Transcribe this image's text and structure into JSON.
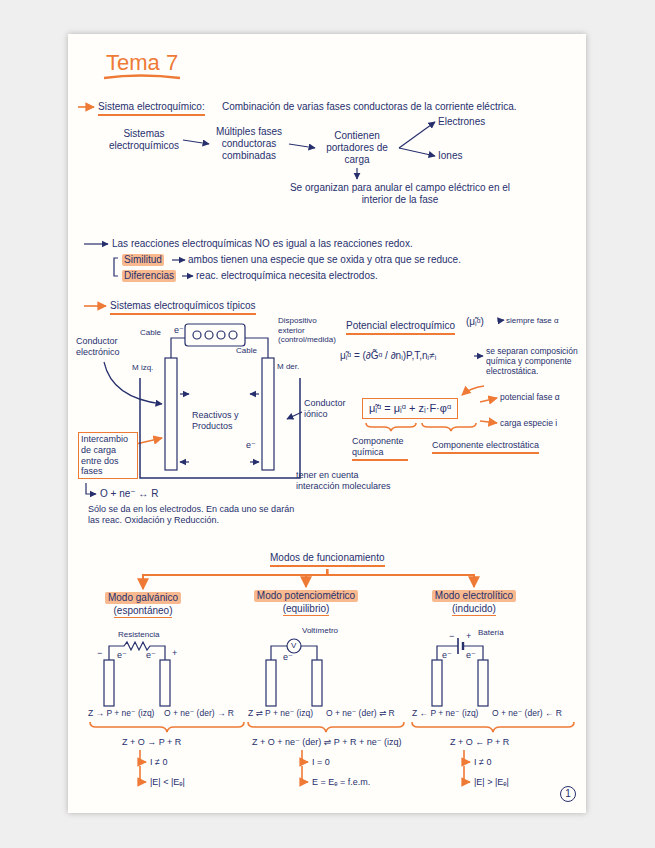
{
  "diagram": {
    "title": "Tema 7",
    "nodes": [
      {
        "text": [
          "Sistemas electroquímicos"
        ]
      },
      {
        "text": [
          "Múltiples fases conductoras combinadas"
        ]
      },
      {
        "text": [
          "Contienen portadores de carga"
        ]
      },
      {
        "text": [
          "Electrones"
        ]
      },
      {
        "text": [
          "Iones"
        ]
      },
      {
        "text": [
          "Se organizan para anular el campo eléctrico en el interior de la fase"
        ]
      },
      {
        "text": [
          "μ̃ᵢᵅ = μᵢᵅ + zᵢ·F·φᵅ"
        ]
      },
      {
        "text": [
          "Modos de funcionamiento"
        ]
      },
      {
        "text": [
          "Modo galvánico",
          "(espontáneo)"
        ]
      },
      {
        "text": [
          "Modo potenciométrico",
          "(equilibrio)"
        ]
      },
      {
        "text": [
          "Modo electrolítico",
          "(inducido)"
        ]
      }
    ],
    "edges": [
      {
        "from": 0,
        "to": 1,
        "arrow": "to"
      },
      {
        "from": 1,
        "to": 2,
        "arrow": "to"
      },
      {
        "from": 2,
        "to": 3,
        "arrow": "to"
      },
      {
        "from": 2,
        "to": 4,
        "arrow": "to"
      },
      {
        "from": 2,
        "to": 5,
        "arrow": "to"
      },
      {
        "from": 7,
        "to": 8,
        "arrow": "to"
      },
      {
        "from": 7,
        "to": 9,
        "arrow": "to"
      },
      {
        "from": 7,
        "to": 10,
        "arrow": "to"
      }
    ],
    "labels": [
      "Sistema electroquímico:",
      "Combinación de varias fases conductoras de la corriente eléctrica.",
      "Las reacciones electroquímicas NO es igual a las reacciones redox.",
      "Similitud",
      "ambos tienen una especie que se oxida y otra que se reduce.",
      "Diferencias",
      "reac. electroquímica necesita electrodos.",
      "Sistemas electroquímicos típicos",
      "Conductor electrónico",
      "Cable",
      "Dispositivo exterior (control/medida)",
      "Cable",
      "M izq.",
      "M der.",
      "Conductor iónico",
      "Reactivos y Productos",
      "e⁻",
      "e⁻",
      "Intercambio de carga entre dos fases",
      "O + ne⁻ ↔ R",
      "Sólo se da en los electrodos. En cada uno se darán las reac. Oxidación y Reducción.",
      "Potencial electroquímico",
      "(μ̃ᵢᵅ)",
      "siempre fase α",
      "μ̃ᵢᵅ = (∂G̃ᵅ / ∂nᵢ)P,T,nⱼ≠ᵢ",
      "se separan composición química y componente electrostática.",
      "potencial fase α",
      "carga especie i",
      "Componente química",
      "Componente electrostática",
      "tener en cuenta interacción moleculares",
      "Resistencia",
      "−",
      "e⁻",
      "e⁻",
      "+",
      "Voltímetro",
      "V",
      "e⁻",
      "Batería",
      "−",
      "+",
      "e⁻",
      "e⁻",
      "Z → P + ne⁻ (izq)",
      "O + ne⁻ (der) → R",
      "Z + O → P + R",
      "I ≠ 0",
      "|E| < |Eₑ|",
      "Z ⇌ P + ne⁻ (izq)",
      "O + ne⁻ (der) ⇌ R",
      "Z + O + ne⁻ (der) ⇌ P + R + ne⁻ (izq)",
      "I = 0",
      "E = Eₑ = f.e.m.",
      "Z ← P + ne⁻ (izq)",
      "O + ne⁻ (der) ← R",
      "Z + O ← P + R",
      "I ≠ 0",
      "|E| > |Eₑ|",
      "1"
    ]
  }
}
